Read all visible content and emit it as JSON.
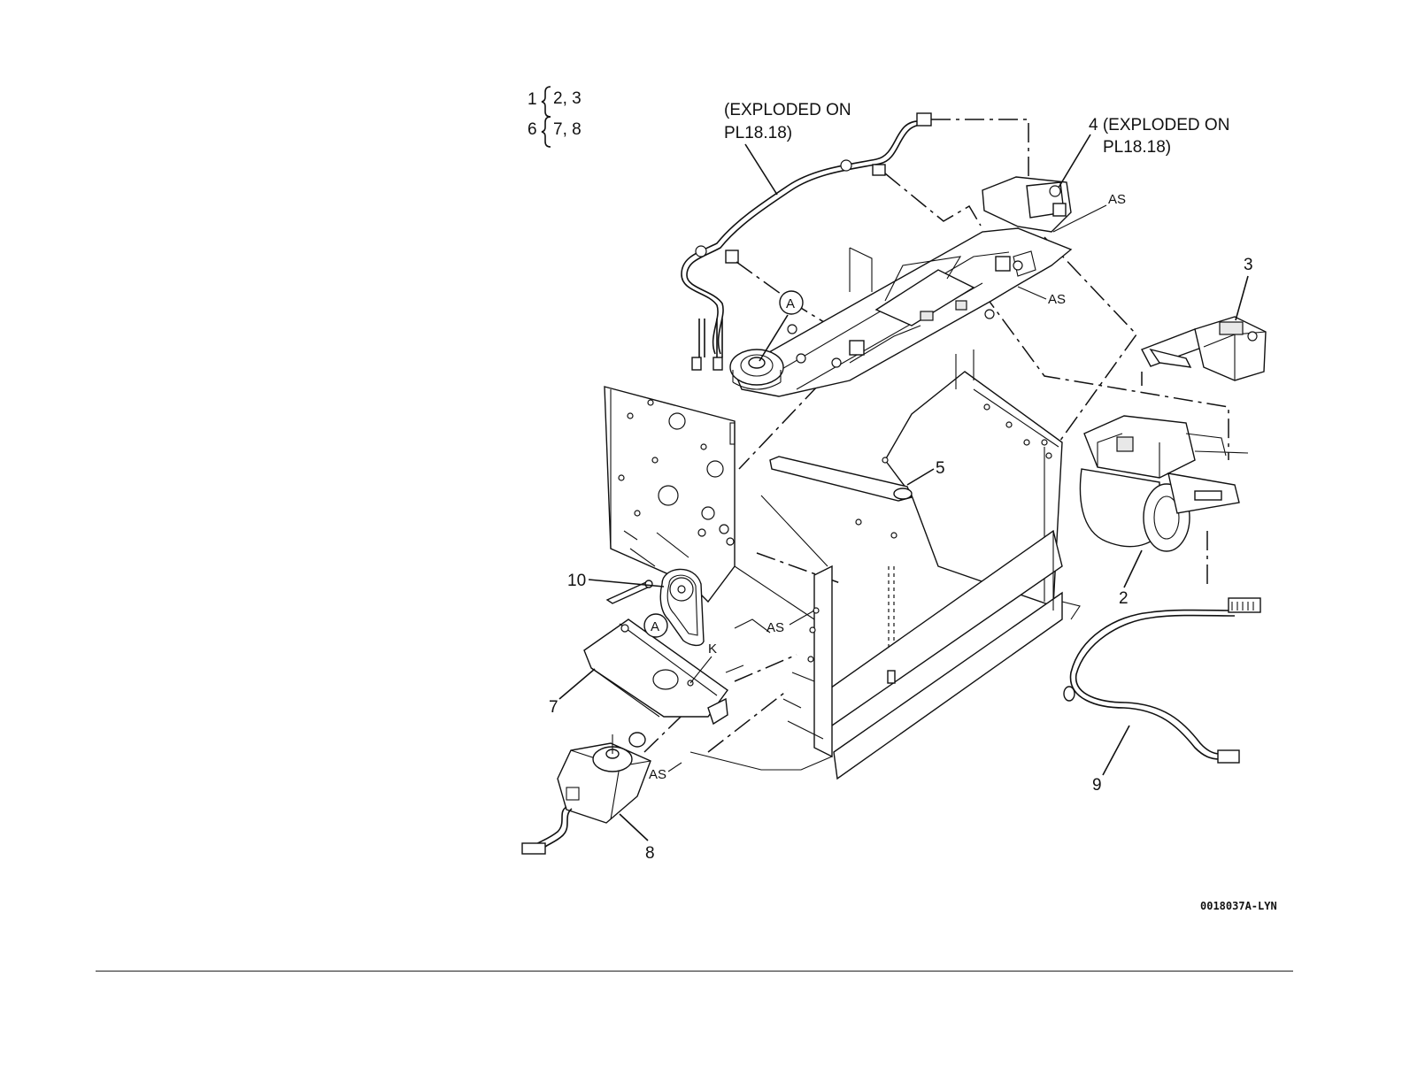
{
  "legend": {
    "line1_parent": "1",
    "line1_children": "2, 3",
    "line2_parent": "6",
    "line2_children": "7, 8"
  },
  "callouts": {
    "harness_note_line1": "(EXPLODED ON",
    "harness_note_line2": "PL18.18)",
    "item4_line1": "4 (EXPLODED ON",
    "item4_line2": "PL18.18)",
    "item2": "2",
    "item3": "3",
    "item5": "5",
    "item7": "7",
    "item8": "8",
    "item9": "9",
    "item10": "10",
    "circle_a_top": "A",
    "circle_a_bottom": "A",
    "as_top_right": "AS",
    "as_mid_right": "AS",
    "as_center": "AS",
    "as_bottom": "AS",
    "k_label": "K"
  },
  "figure_code": "0018037A-LYN"
}
